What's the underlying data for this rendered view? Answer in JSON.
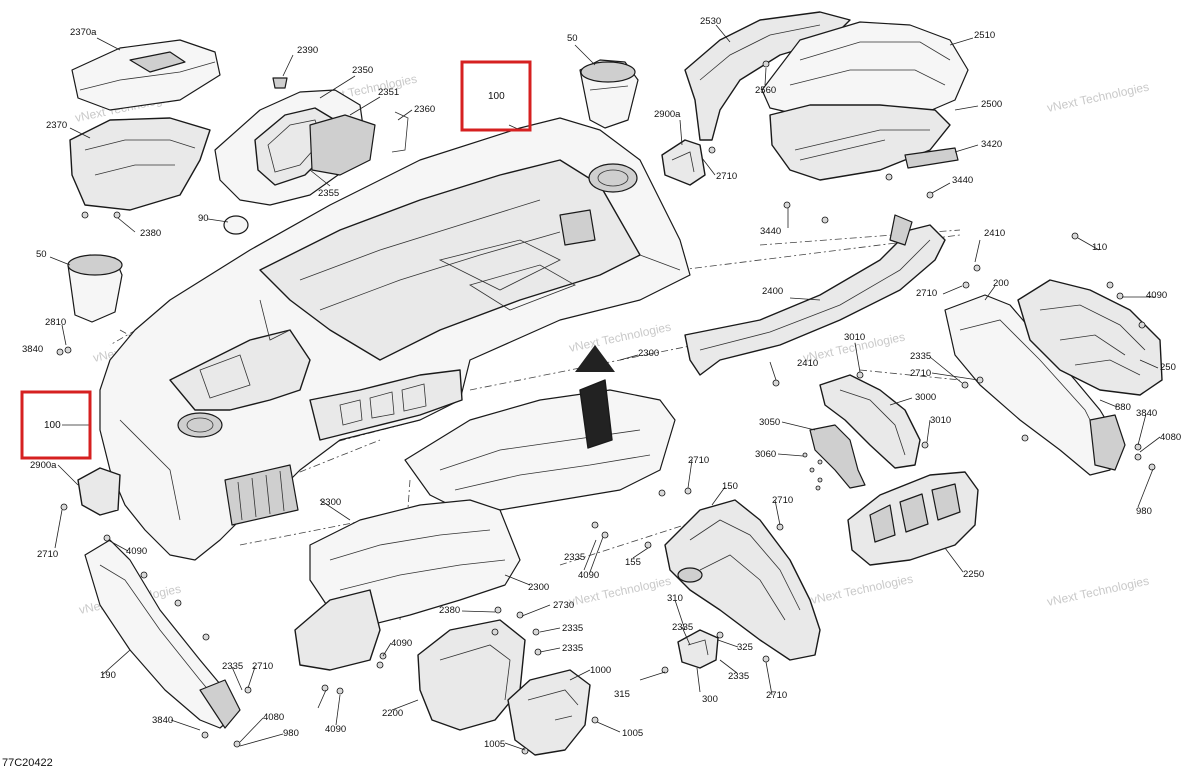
{
  "diagram": {
    "ref_code": "77C20422",
    "watermark": "vNext Technologies",
    "highlight_label": "100",
    "labels": [
      {
        "id": "l1",
        "text": "2370a"
      },
      {
        "id": "l2",
        "text": "2370"
      },
      {
        "id": "l3",
        "text": "2380"
      },
      {
        "id": "l4",
        "text": "2390"
      },
      {
        "id": "l5",
        "text": "2350"
      },
      {
        "id": "l6",
        "text": "2351"
      },
      {
        "id": "l7",
        "text": "2360"
      },
      {
        "id": "l8",
        "text": "2355"
      },
      {
        "id": "l9",
        "text": "50"
      },
      {
        "id": "l10",
        "text": "2900a"
      },
      {
        "id": "l11",
        "text": "2710"
      },
      {
        "id": "l12",
        "text": "2530"
      },
      {
        "id": "l13",
        "text": "2560"
      },
      {
        "id": "l14",
        "text": "2510"
      },
      {
        "id": "l15",
        "text": "2500"
      },
      {
        "id": "l16",
        "text": "3420"
      },
      {
        "id": "l17",
        "text": "3440"
      },
      {
        "id": "l18",
        "text": "3440"
      },
      {
        "id": "l19",
        "text": "90"
      },
      {
        "id": "l20",
        "text": "50"
      },
      {
        "id": "l21",
        "text": "2810"
      },
      {
        "id": "l22",
        "text": "3840"
      },
      {
        "id": "l23",
        "text": "2410"
      },
      {
        "id": "l24",
        "text": "110"
      },
      {
        "id": "l25",
        "text": "4090"
      },
      {
        "id": "l26",
        "text": "200"
      },
      {
        "id": "l27",
        "text": "2710"
      },
      {
        "id": "l28",
        "text": "2400"
      },
      {
        "id": "l29",
        "text": "2300"
      },
      {
        "id": "l30",
        "text": "3010"
      },
      {
        "id": "l31",
        "text": "2410"
      },
      {
        "id": "l32",
        "text": "2335"
      },
      {
        "id": "l33",
        "text": "2710"
      },
      {
        "id": "l34",
        "text": "250"
      },
      {
        "id": "l35",
        "text": "3000"
      },
      {
        "id": "l36",
        "text": "880"
      },
      {
        "id": "l37",
        "text": "3840"
      },
      {
        "id": "l38",
        "text": "3050"
      },
      {
        "id": "l39",
        "text": "3010"
      },
      {
        "id": "l40",
        "text": "4080"
      },
      {
        "id": "l41",
        "text": "3060"
      },
      {
        "id": "l42",
        "text": "980"
      },
      {
        "id": "l43",
        "text": "2900a"
      },
      {
        "id": "l44",
        "text": "2710"
      },
      {
        "id": "l45",
        "text": "150"
      },
      {
        "id": "l46",
        "text": "2710"
      },
      {
        "id": "l47",
        "text": "2300"
      },
      {
        "id": "l48",
        "text": "2710"
      },
      {
        "id": "l49",
        "text": "4090"
      },
      {
        "id": "l50",
        "text": "2335"
      },
      {
        "id": "l51",
        "text": "4090"
      },
      {
        "id": "l52",
        "text": "155"
      },
      {
        "id": "l53",
        "text": "2250"
      },
      {
        "id": "l54",
        "text": "2300"
      },
      {
        "id": "l55",
        "text": "2380"
      },
      {
        "id": "l56",
        "text": "2730"
      },
      {
        "id": "l57",
        "text": "310"
      },
      {
        "id": "l58",
        "text": "2335"
      },
      {
        "id": "l59",
        "text": "2335"
      },
      {
        "id": "l60",
        "text": "4090"
      },
      {
        "id": "l61",
        "text": "325"
      },
      {
        "id": "l62",
        "text": "190"
      },
      {
        "id": "l63",
        "text": "2335"
      },
      {
        "id": "l64",
        "text": "2710"
      },
      {
        "id": "l65",
        "text": "1000"
      },
      {
        "id": "l66",
        "text": "2335"
      },
      {
        "id": "l67",
        "text": "2710"
      },
      {
        "id": "l68",
        "text": "315"
      },
      {
        "id": "l69",
        "text": "300"
      },
      {
        "id": "l70",
        "text": "2335"
      },
      {
        "id": "l71",
        "text": "4080"
      },
      {
        "id": "l72",
        "text": "2200"
      },
      {
        "id": "l73",
        "text": "3840"
      },
      {
        "id": "l74",
        "text": "4090"
      },
      {
        "id": "l75",
        "text": "980"
      },
      {
        "id": "l76",
        "text": "1005"
      },
      {
        "id": "l77",
        "text": "1005"
      }
    ]
  }
}
